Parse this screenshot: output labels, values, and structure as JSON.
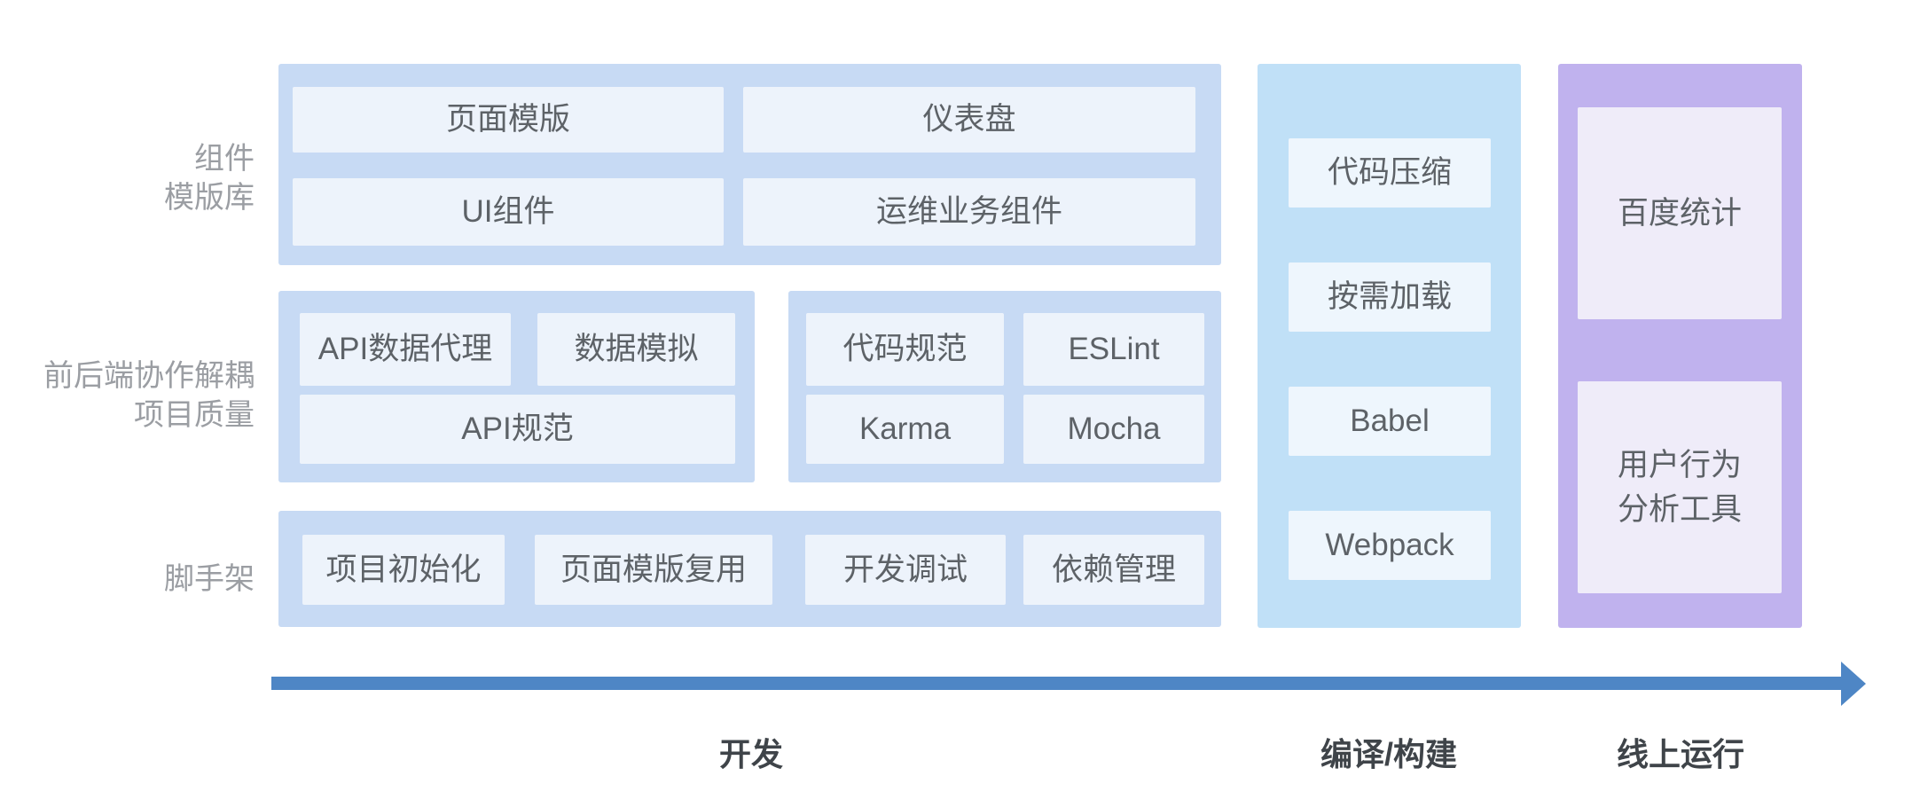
{
  "labels": {
    "component_library": "组件\n模版库",
    "collaboration": "前后端协作解耦\n项目质量",
    "scaffold": "脚手架"
  },
  "component_row": {
    "page_template": "页面模版",
    "dashboard": "仪表盘",
    "ui_components": "UI组件",
    "ops_components": "运维业务组件"
  },
  "collaboration_row": {
    "api_proxy": "API数据代理",
    "data_mock": "数据模拟",
    "api_spec": "API规范",
    "code_style": "代码规范",
    "eslint": "ESLint",
    "karma": "Karma",
    "mocha": "Mocha"
  },
  "scaffold_row": {
    "project_init": "项目初始化",
    "template_reuse": "页面模版复用",
    "dev_debug": "开发调试",
    "dependency_mgmt": "依赖管理"
  },
  "build_column": {
    "code_minify": "代码压缩",
    "lazy_load": "按需加载",
    "babel": "Babel",
    "webpack": "Webpack"
  },
  "online_column": {
    "baidu_analytics": "百度统计",
    "behavior_tool": "用户行为\n分析工具"
  },
  "axis": {
    "dev": "开发",
    "build": "编译/构建",
    "online": "线上运行"
  },
  "colors": {
    "row_container_bg": "#c7daf4",
    "row_box_bg": "#edf3fb",
    "build_column_bg": "#c0e0f7",
    "build_box_bg": "#eef6fd",
    "run_column_bg": "#c0b2ee",
    "run_box_bg": "#efecf9",
    "arrow": "#4e86c5",
    "box_text": "#5d6267",
    "row_label_text": "#9b9ea3",
    "axis_text": "#3f4449"
  }
}
